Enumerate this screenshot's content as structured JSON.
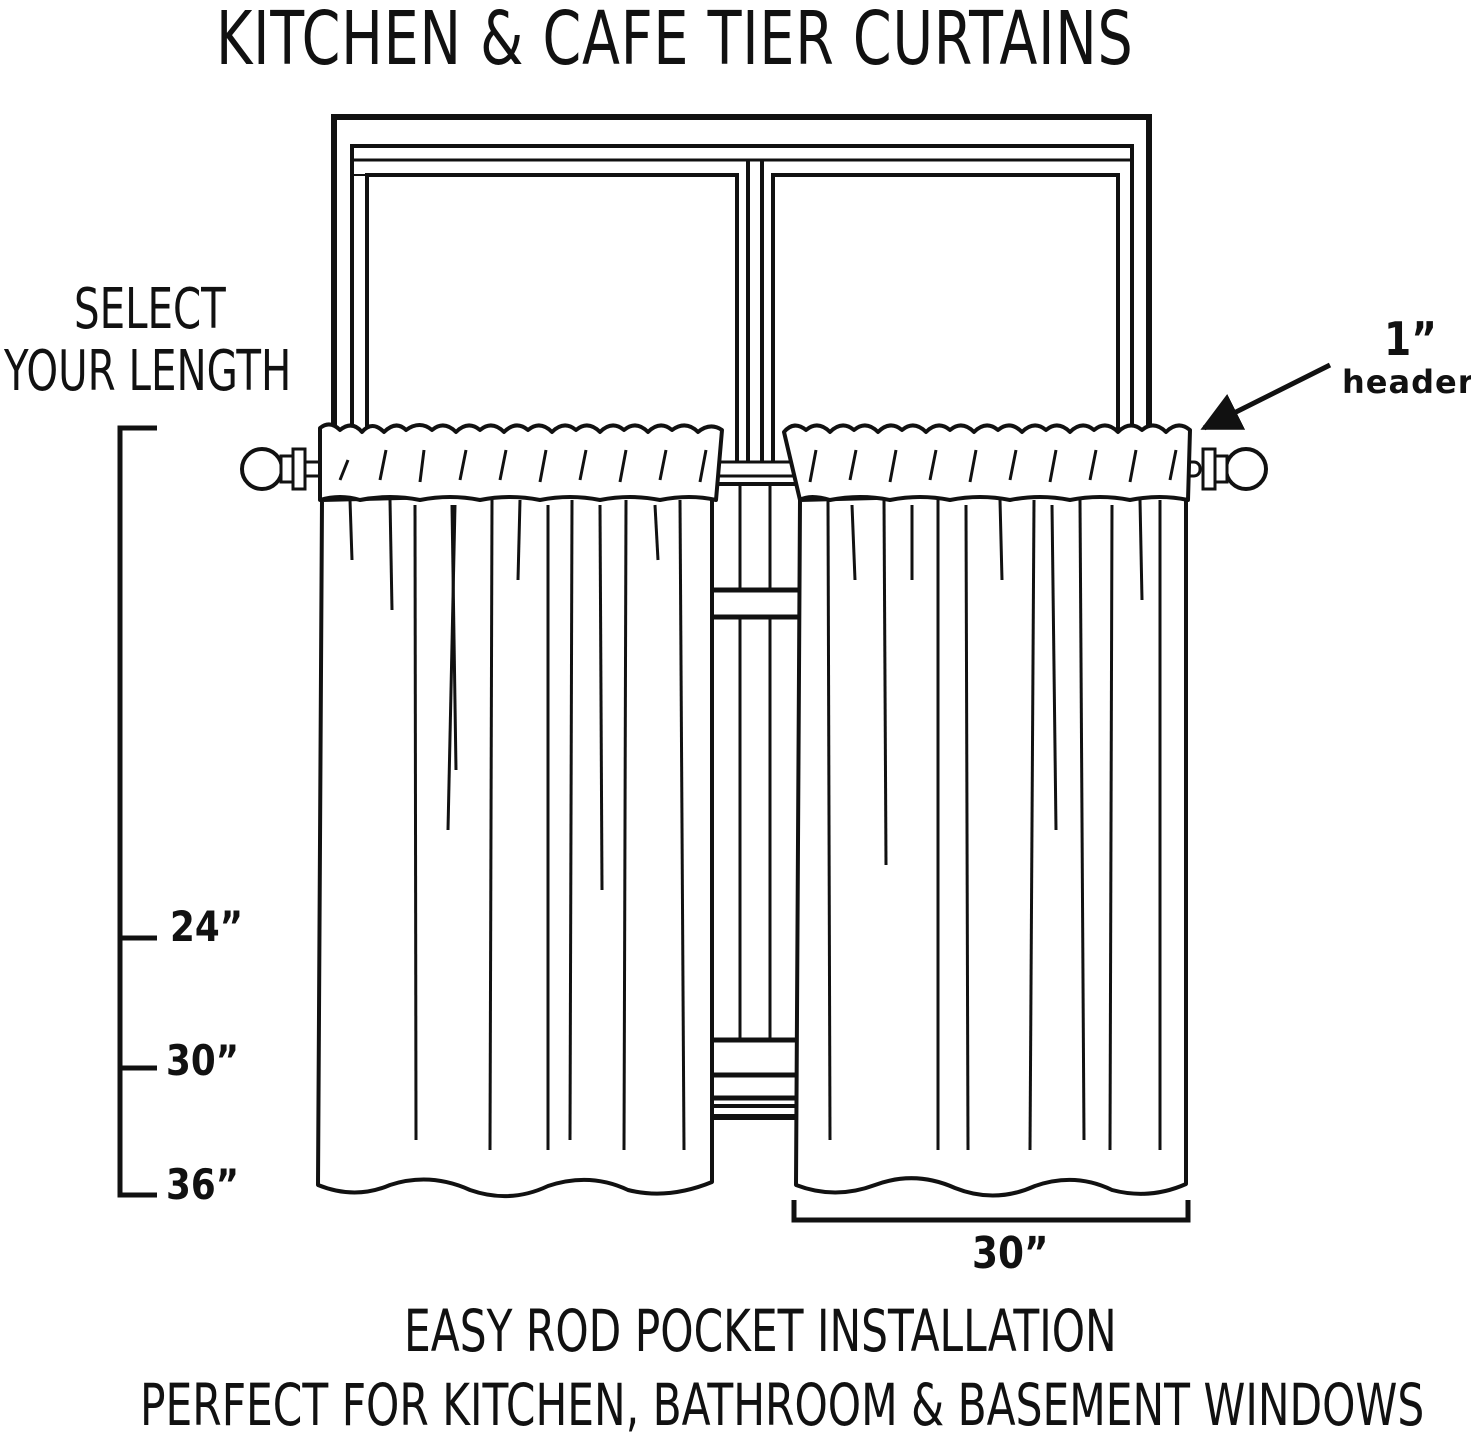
{
  "title": "KITCHEN & CAFE TIER CURTAINS",
  "length_selector": {
    "line1": "SELECT",
    "line2": "YOUR LENGTH",
    "options": [
      "24”",
      "30”",
      "36”"
    ]
  },
  "header": {
    "size": "1”",
    "word": "header"
  },
  "panel_width": "30”",
  "features": [
    "EASY ROD POCKET INSTALLATION",
    "PERFECT FOR KITCHEN, BATHROOM & BASEMENT WINDOWS"
  ],
  "colors": {
    "ink": "#111111",
    "background": "#ffffff"
  }
}
